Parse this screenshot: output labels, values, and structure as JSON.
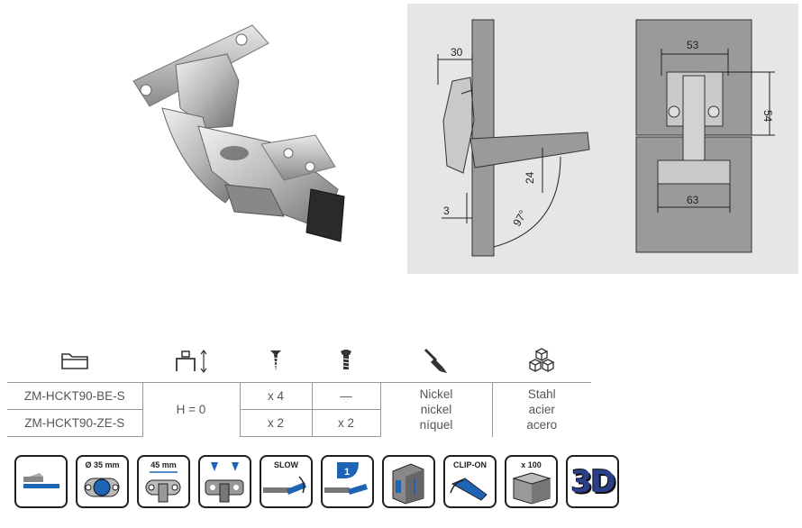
{
  "drawing": {
    "side_dim_top": "30",
    "side_dim_thickness": "24",
    "side_dim_bottom": "3",
    "side_angle": "97°",
    "front_dim_top": "53",
    "front_dim_side": "54",
    "front_dim_bottom": "63"
  },
  "table": {
    "header_icons": [
      "folder-icon",
      "hinge-height-icon",
      "wood-screw-icon",
      "machine-screw-icon",
      "paint-brush-icon",
      "cubes-icon"
    ],
    "rows": [
      {
        "code": "ZM-HCKT90-BE-S",
        "wood_screws": "x 4",
        "euro_screws": "—"
      },
      {
        "code": "ZM-HCKT90-ZE-S",
        "wood_screws": "x 2",
        "euro_screws": "x 2"
      }
    ],
    "height": "H = 0",
    "finish": [
      "Nickel",
      "nickel",
      "níquel"
    ],
    "material": [
      "Stahl",
      "acier",
      "acero"
    ]
  },
  "features": {
    "items": [
      {
        "name": "overlay-icon",
        "label": ""
      },
      {
        "name": "cup-diameter-icon",
        "label": "Ø 35 mm"
      },
      {
        "name": "plate-distance-icon",
        "label": "45 mm"
      },
      {
        "name": "screw-mounting-icon",
        "label": ""
      },
      {
        "name": "soft-close-icon",
        "label": "SLOW"
      },
      {
        "name": "one-step-icon",
        "label": "1"
      },
      {
        "name": "adjustment-icon",
        "label": ""
      },
      {
        "name": "clip-on-icon",
        "label": "CLIP-ON"
      },
      {
        "name": "package-icon",
        "label": "x 100"
      },
      {
        "name": "model-3d-icon",
        "label": "3D"
      }
    ]
  }
}
